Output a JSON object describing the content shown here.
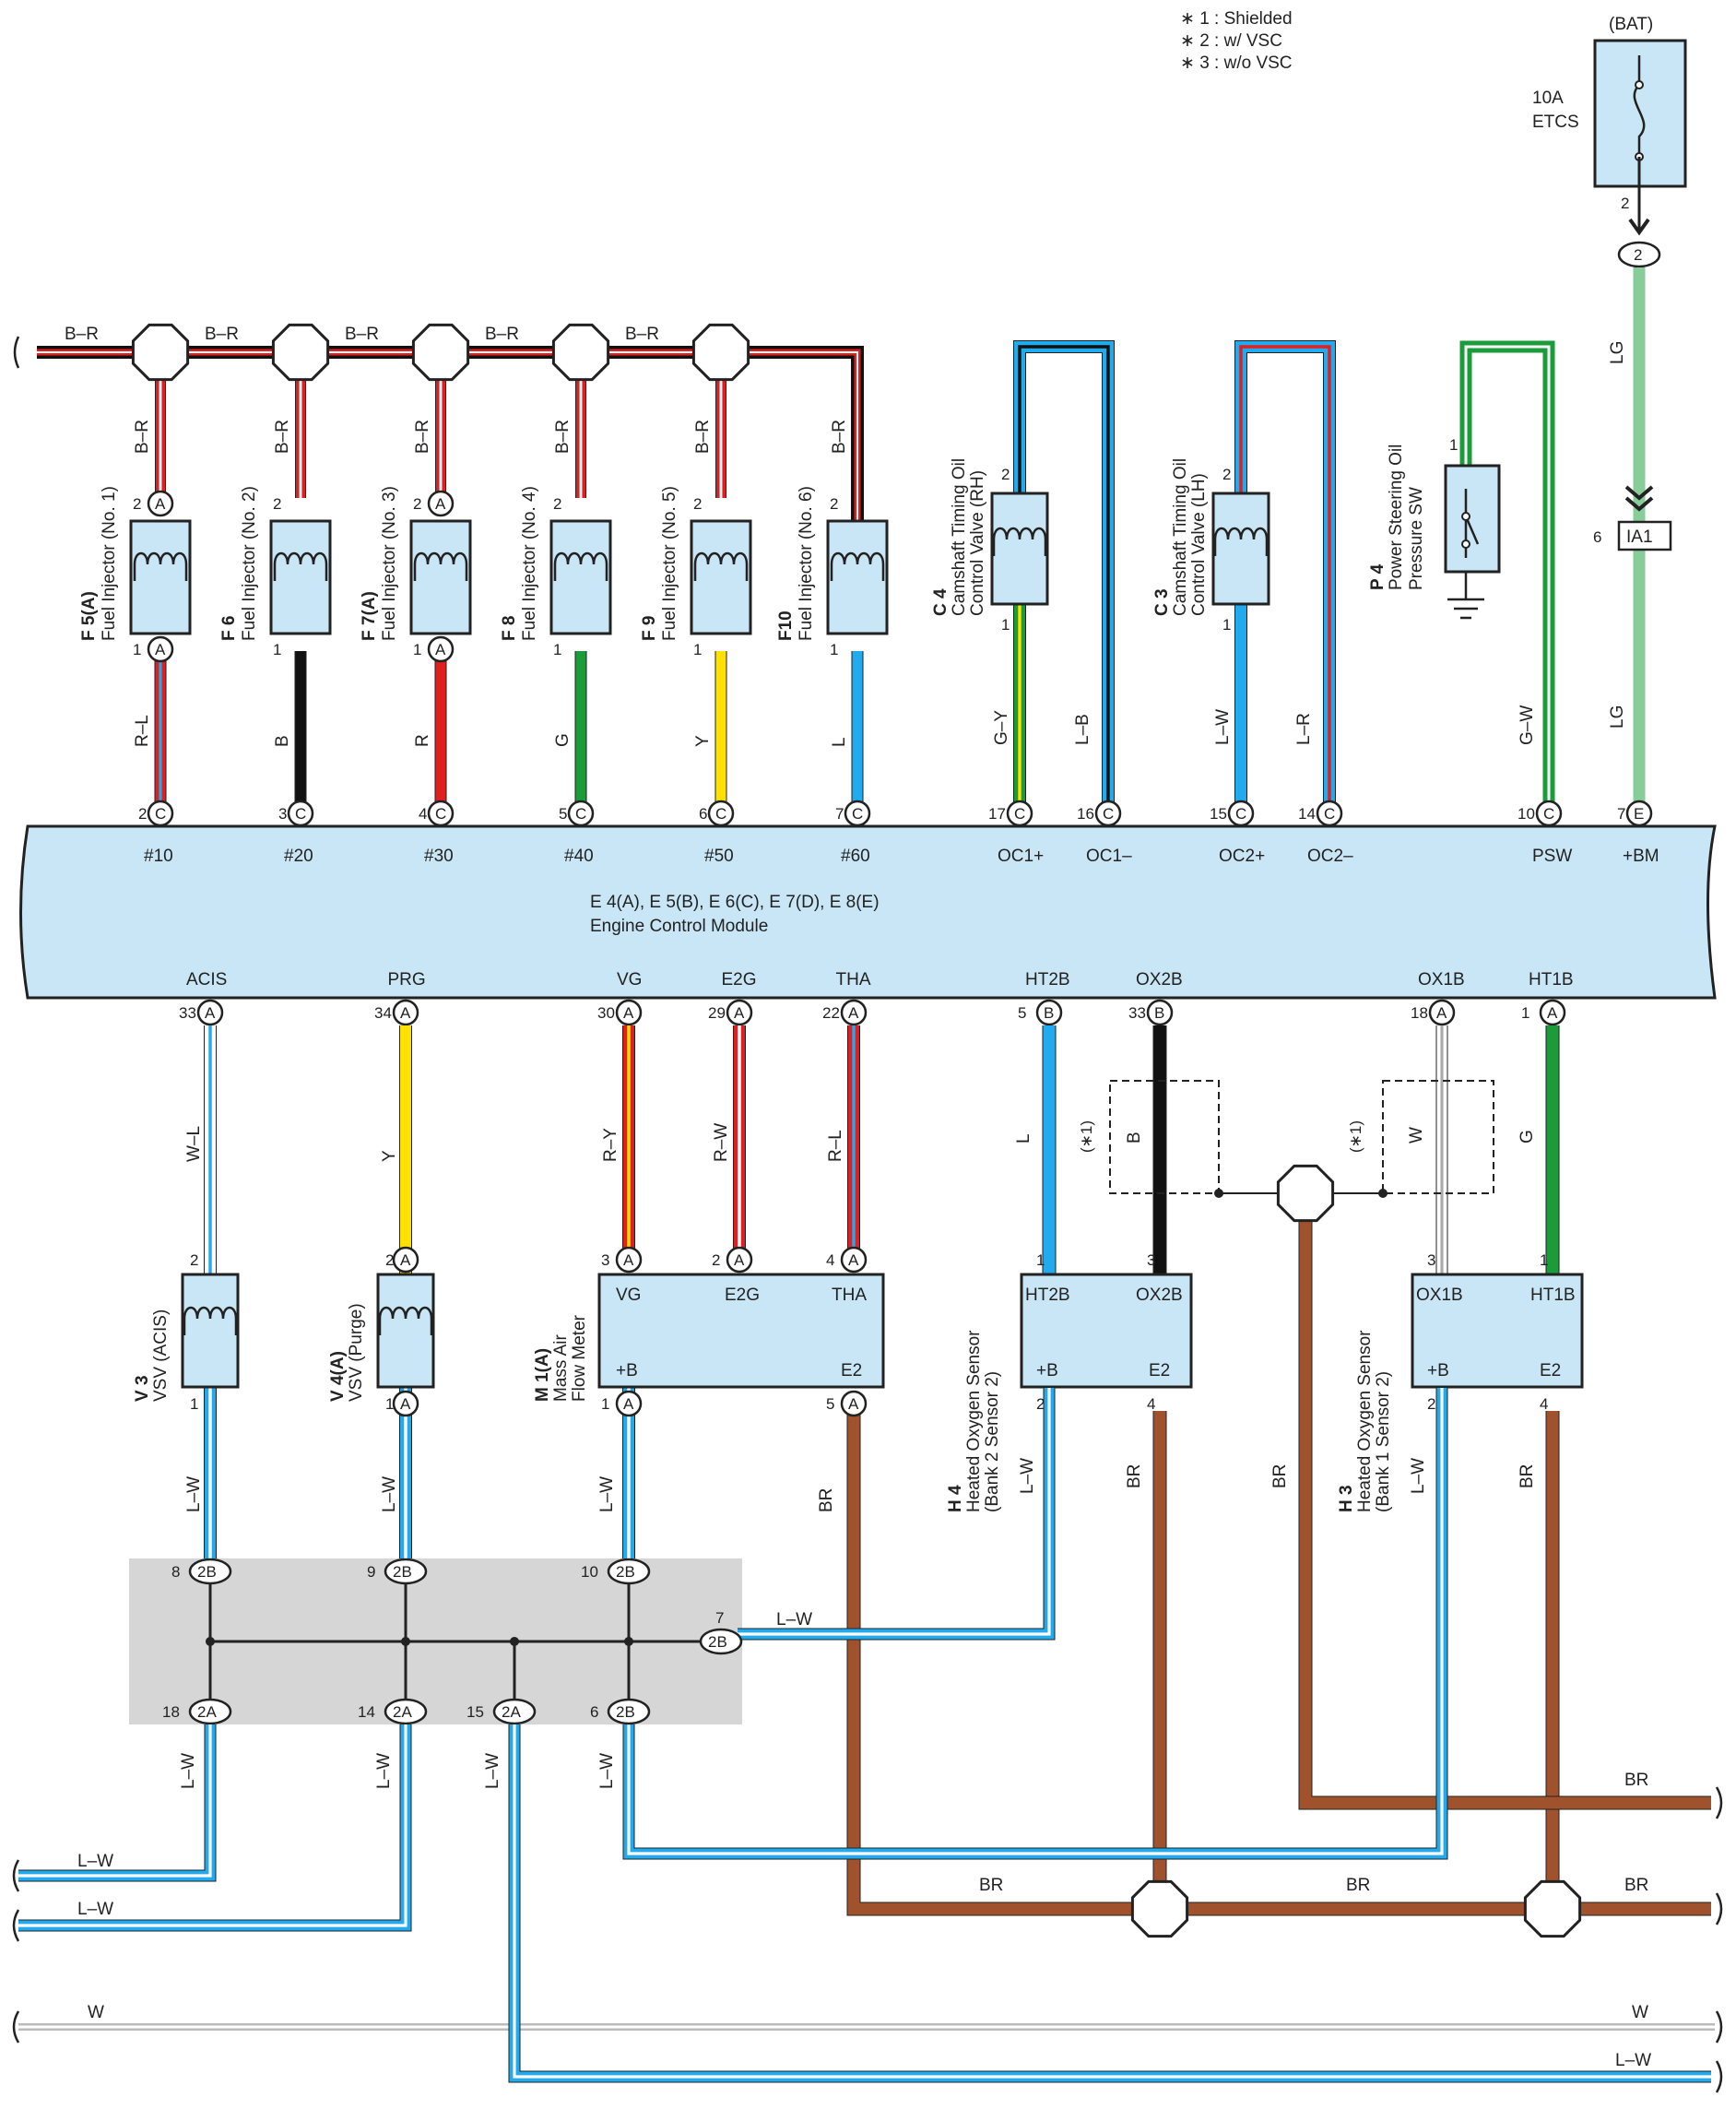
{
  "legend": {
    "items": [
      "∗ 1 : Shielded",
      "∗ 2 : w/ VSC",
      "∗ 3 : w/o VSC"
    ]
  },
  "fuse": {
    "source": "(BAT)",
    "rating": "10A",
    "name": "ETCS",
    "pin": "2",
    "connector": "2"
  },
  "ia1": {
    "label": "IA1",
    "pin": "6"
  },
  "ecm": {
    "title": "E 4(A), E 5(B), E 6(C), E 7(D), E 8(E)",
    "subtitle": "Engine Control Module",
    "top_pins": [
      {
        "name": "#10",
        "num": "2",
        "conn": "C"
      },
      {
        "name": "#20",
        "num": "3",
        "conn": "C"
      },
      {
        "name": "#30",
        "num": "4",
        "conn": "C"
      },
      {
        "name": "#40",
        "num": "5",
        "conn": "C"
      },
      {
        "name": "#50",
        "num": "6",
        "conn": "C"
      },
      {
        "name": "#60",
        "num": "7",
        "conn": "C"
      },
      {
        "name": "OC1+",
        "num": "17",
        "conn": "C"
      },
      {
        "name": "OC1–",
        "num": "16",
        "conn": "C"
      },
      {
        "name": "OC2+",
        "num": "15",
        "conn": "C"
      },
      {
        "name": "OC2–",
        "num": "14",
        "conn": "C"
      },
      {
        "name": "PSW",
        "num": "10",
        "conn": "C"
      },
      {
        "name": "+BM",
        "num": "7",
        "conn": "E"
      }
    ],
    "bottom_pins": [
      {
        "name": "ACIS",
        "num": "33",
        "conn": "A"
      },
      {
        "name": "PRG",
        "num": "34",
        "conn": "A"
      },
      {
        "name": "VG",
        "num": "30",
        "conn": "A"
      },
      {
        "name": "E2G",
        "num": "29",
        "conn": "A"
      },
      {
        "name": "THA",
        "num": "22",
        "conn": "A"
      },
      {
        "name": "HT2B",
        "num": "5",
        "conn": "B"
      },
      {
        "name": "OX2B",
        "num": "33",
        "conn": "B"
      },
      {
        "name": "OX1B",
        "num": "18",
        "conn": "A"
      },
      {
        "name": "HT1B",
        "num": "1",
        "conn": "A"
      }
    ]
  },
  "injectors": [
    {
      "code": "F 5(A)",
      "name": "Fuel Injector (No. 1)",
      "top_wire": "B–R",
      "bottom_wire": "R–L",
      "pin_top": "2",
      "pin_bot": "1",
      "conn": "A"
    },
    {
      "code": "F 6",
      "name": "Fuel Injector (No. 2)",
      "top_wire": "B–R",
      "bottom_wire": "B",
      "pin_top": "2",
      "pin_bot": "1",
      "conn": ""
    },
    {
      "code": "F 7(A)",
      "name": "Fuel Injector (No. 3)",
      "top_wire": "B–R",
      "bottom_wire": "R",
      "pin_top": "2",
      "pin_bot": "1",
      "conn": "A"
    },
    {
      "code": "F 8",
      "name": "Fuel Injector (No. 4)",
      "top_wire": "B–R",
      "bottom_wire": "G",
      "pin_top": "2",
      "pin_bot": "1",
      "conn": ""
    },
    {
      "code": "F 9",
      "name": "Fuel Injector (No. 5)",
      "top_wire": "B–R",
      "bottom_wire": "Y",
      "pin_top": "2",
      "pin_bot": "1",
      "conn": ""
    },
    {
      "code": "F10",
      "name": "Fuel Injector (No. 6)",
      "top_wire": "B–R",
      "bottom_wire": "L",
      "pin_top": "2",
      "pin_bot": "1",
      "conn": ""
    }
  ],
  "bus_label": "B–R",
  "camshaft": [
    {
      "code": "C 4",
      "name1": "Camshaft Timing Oil",
      "name2": "Control Valve (RH)",
      "pin_top": "2",
      "pin_bot": "1",
      "wire_a": "G–Y",
      "wire_b": "L–B"
    },
    {
      "code": "C 3",
      "name1": "Camshaft Timing Oil",
      "name2": "Control Valve (LH)",
      "pin_top": "2",
      "pin_bot": "1",
      "wire_a": "L–W",
      "wire_b": "L–R"
    }
  ],
  "ps_switch": {
    "code": "P 4",
    "name1": "Power Steering Oil",
    "name2": "Pressure SW",
    "pin": "1",
    "wire": "G–W"
  },
  "lg_wire": "LG",
  "vsv": [
    {
      "code": "V 3",
      "name": "VSV (ACIS)",
      "pin_top": "2",
      "pin_bot": "1",
      "wire_top": "W–L",
      "wire_bot": "L–W",
      "conn": ""
    },
    {
      "code": "V 4(A)",
      "name": "VSV (Purge)",
      "pin_top": "2",
      "pin_bot": "1",
      "wire_top": "Y",
      "wire_bot": "L–W",
      "conn": "A"
    }
  ],
  "maf": {
    "code": "M 1(A)",
    "name1": "Mass Air",
    "name2": "Flow Meter",
    "pins_top": [
      {
        "name": "VG",
        "num": "3"
      },
      {
        "name": "E2G",
        "num": "2"
      },
      {
        "name": "THA",
        "num": "4"
      }
    ],
    "pins_bot": [
      {
        "name": "+B",
        "num": "1"
      },
      {
        "name": "E2",
        "num": "5"
      }
    ],
    "wires": [
      "R–Y",
      "R–W",
      "R–L"
    ],
    "wire_plusb": "L–W",
    "wire_e2": "BR"
  },
  "o2": [
    {
      "code": "H 4",
      "name1": "Heated Oxygen Sensor",
      "name2": "(Bank 2 Sensor 2)",
      "pins_top": [
        {
          "name": "HT2B",
          "num": "1"
        },
        {
          "name": "OX2B",
          "num": "3"
        }
      ],
      "pins_bot": [
        {
          "name": "+B",
          "num": "2"
        },
        {
          "name": "E2",
          "num": "4"
        }
      ],
      "wire_ht": "L",
      "wire_ox": "B",
      "wire_plusb": "L–W",
      "wire_e2": "BR",
      "shield": "(∗1)"
    },
    {
      "code": "H 3",
      "name1": "Heated Oxygen Sensor",
      "name2": "(Bank 1 Sensor 2)",
      "pins_top": [
        {
          "name": "OX1B",
          "num": "3"
        },
        {
          "name": "HT1B",
          "num": "1"
        }
      ],
      "pins_bot": [
        {
          "name": "+B",
          "num": "2"
        },
        {
          "name": "E2",
          "num": "4"
        }
      ],
      "wire_ht": "G",
      "wire_ox": "W",
      "wire_plusb": "L–W",
      "wire_e2": "BR",
      "shield": "(∗1)"
    }
  ],
  "junction": {
    "top": [
      {
        "num": "8",
        "conn": "2B"
      },
      {
        "num": "9",
        "conn": "2B"
      },
      {
        "num": "10",
        "conn": "2B"
      }
    ],
    "bottom": [
      {
        "num": "18",
        "conn": "2A"
      },
      {
        "num": "14",
        "conn": "2A"
      },
      {
        "num": "15",
        "conn": "2A"
      },
      {
        "num": "6",
        "conn": "2B"
      }
    ],
    "side": {
      "num": "7",
      "conn": "2B"
    }
  },
  "bottom_wires": {
    "lw": "L–W",
    "br": "BR",
    "w": "W"
  },
  "colors": {
    "ecm_fill": "#c8e6f5",
    "comp_fill": "#c8e6f5",
    "blue": "#22aaee",
    "red": "#e02020",
    "black": "#111111",
    "green": "#1a9c3a",
    "yellow": "#ffe000",
    "brown": "#a0522d",
    "lg": "#88cc99",
    "junction_fill": "#d6d6d6"
  }
}
